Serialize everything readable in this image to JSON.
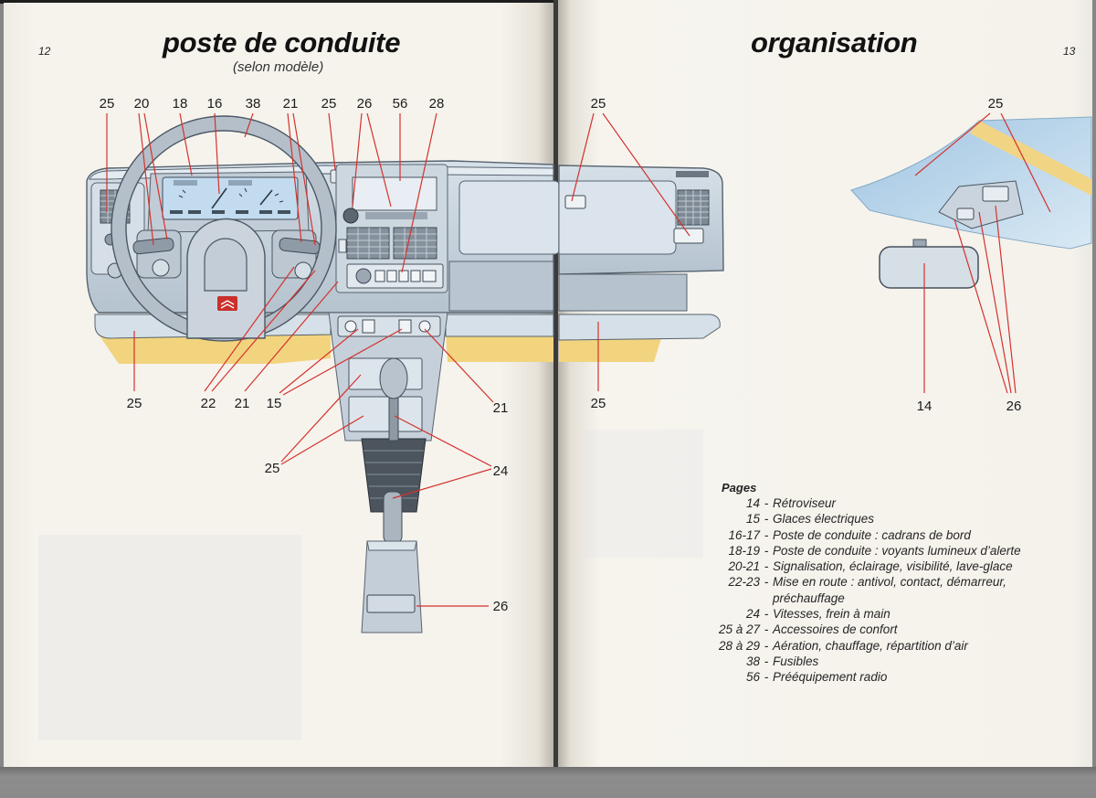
{
  "left_page": {
    "page_number": "12",
    "title": "poste de conduite",
    "subtitle": "(selon modèle)",
    "callouts_top": [
      "25",
      "20",
      "18",
      "16",
      "38",
      "21",
      "25",
      "26",
      "56",
      "28"
    ],
    "callouts_bottom": [
      "25",
      "22",
      "21",
      "15",
      "21",
      "25",
      "24",
      "26"
    ]
  },
  "right_page": {
    "page_number": "13",
    "title": "organisation",
    "callouts": [
      "25",
      "25",
      "25",
      "14",
      "26"
    ],
    "index": {
      "heading": "Pages",
      "separator": "-",
      "entries": [
        {
          "pages": "14",
          "topic": "Rétroviseur"
        },
        {
          "pages": "15",
          "topic": "Glaces électriques"
        },
        {
          "pages": "16-17",
          "topic": "Poste de conduite : cadrans de bord"
        },
        {
          "pages": "18-19",
          "topic": "Poste de conduite : voyants lumineux d’alerte"
        },
        {
          "pages": "20-21",
          "topic": "Signalisation, éclairage, visibilité, lave-glace"
        },
        {
          "pages": "22-23",
          "topic": "Mise en route : antivol, contact, démarreur, préchauffage"
        },
        {
          "pages": "24",
          "topic": "Vitesses, frein à main"
        },
        {
          "pages": "25 à 27",
          "topic": "Accessoires de confort"
        },
        {
          "pages": "28 à 29",
          "topic": "Aération, chauffage, répartition d’air"
        },
        {
          "pages": "38",
          "topic": "Fusibles"
        },
        {
          "pages": "56",
          "topic": "Prééquipement radio"
        }
      ]
    }
  },
  "colors": {
    "leader_line": "#d4322e",
    "dashboard_blue": "#c7d3de",
    "shadow_yellow": "#f2d47e",
    "paper": "#f5f2ec",
    "logo_red": "#c9302c"
  }
}
